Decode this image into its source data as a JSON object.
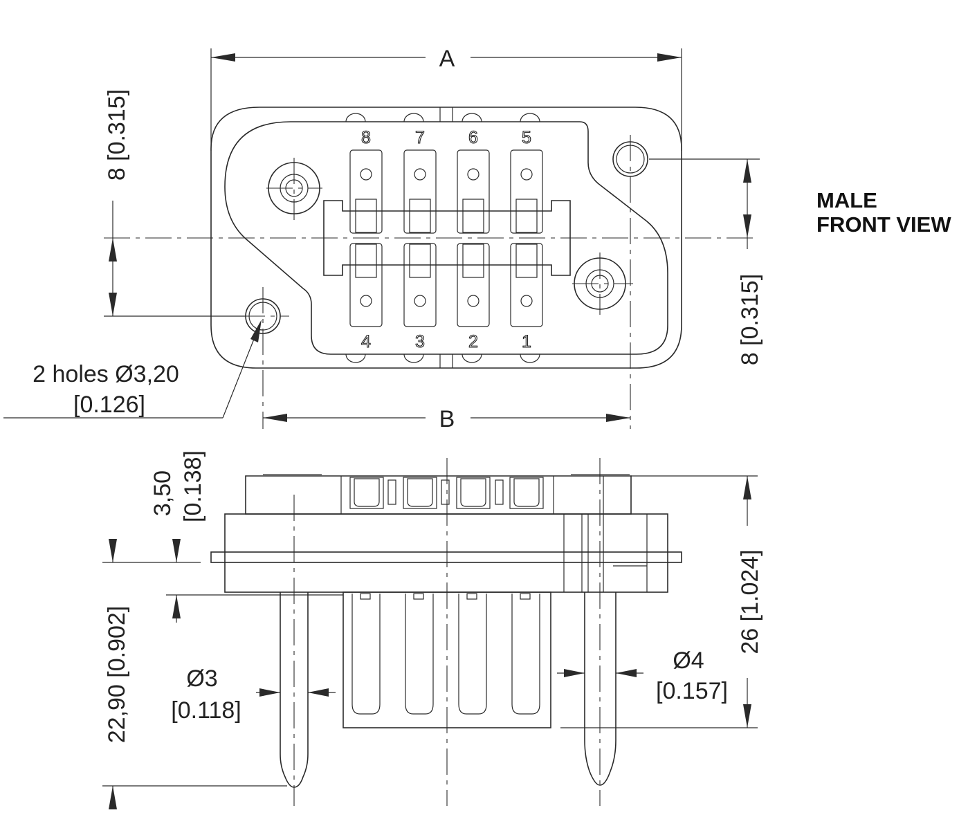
{
  "view_label": {
    "line1": "MALE",
    "line2": "FRONT VIEW"
  },
  "dimensions": {
    "a": "A",
    "b": "B",
    "top_offset": "8 [0.315]",
    "bottom_offset": "8 [0.315]",
    "holes_line1": "2 holes Ø3,20",
    "holes_line2": "[0.126]",
    "flange_thick_line1": "3,50",
    "flange_thick_line2": "[0.138]",
    "pin_length": "22,90 [0.902]",
    "overall_height": "26 [1.024]",
    "small_pin_line1": "Ø3",
    "small_pin_line2": "[0.118]",
    "large_pin_line1": "Ø4",
    "large_pin_line2": "[0.157]"
  },
  "pins": {
    "top": [
      "8",
      "7",
      "6",
      "5"
    ],
    "bottom": [
      "4",
      "3",
      "2",
      "1"
    ]
  }
}
